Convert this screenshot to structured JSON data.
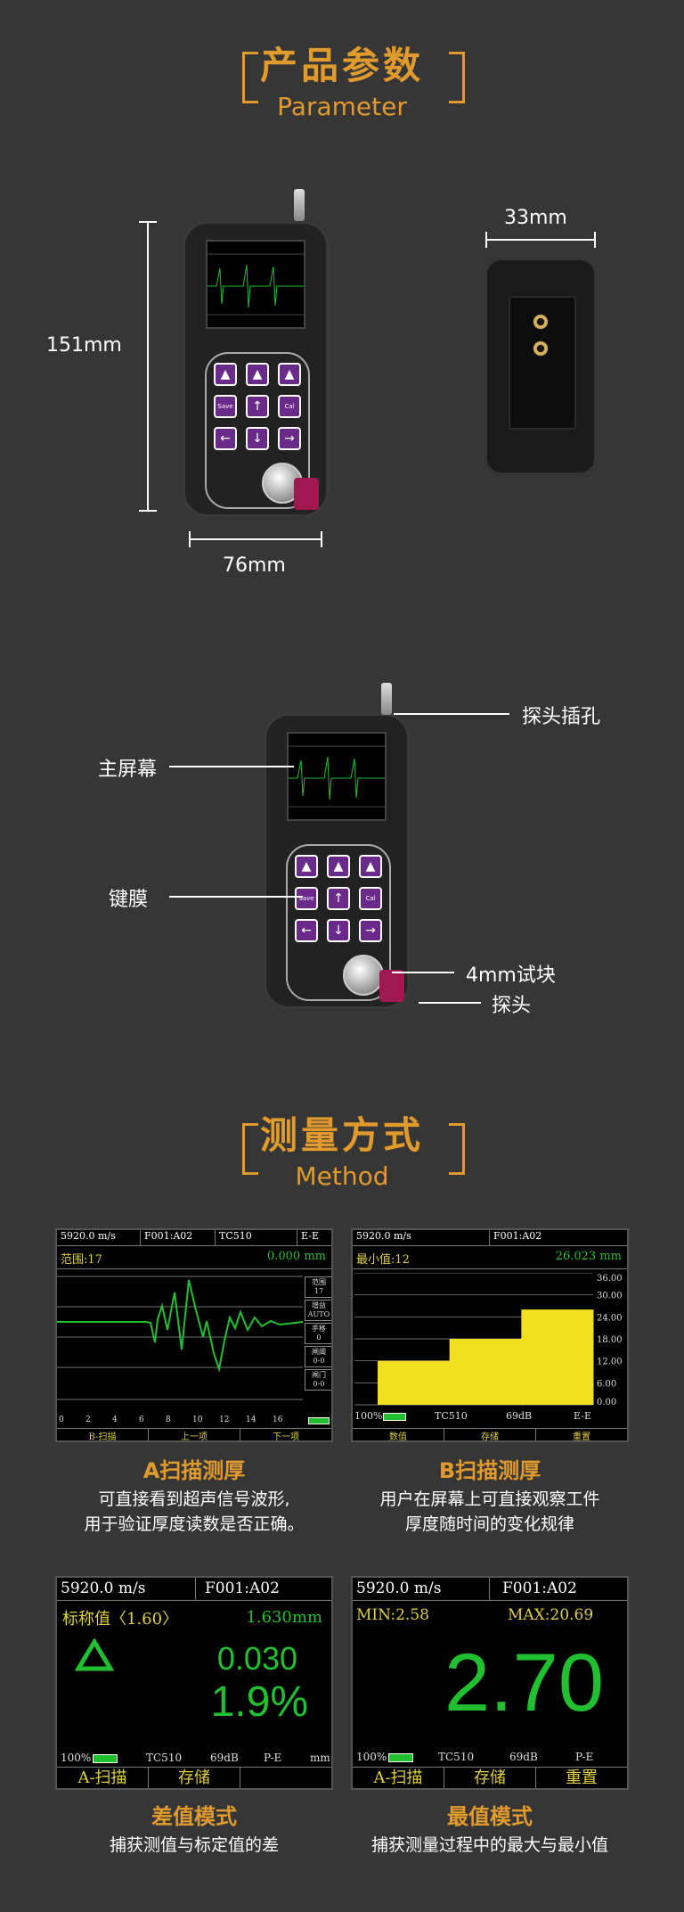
{
  "parameter": {
    "title_cn": "产品参数",
    "title_en": "Parameter"
  },
  "dims": {
    "height": "151mm",
    "width": "76mm",
    "depth": "33mm"
  },
  "callouts": {
    "probe_port": "探头插孔",
    "main_screen": "主屏幕",
    "keypad": "键膜",
    "test_block": "4mm试块",
    "probe": "探头"
  },
  "method": {
    "title_cn": "测量方式",
    "title_en": "Method"
  },
  "device_keys": {
    "save": "Save",
    "cal": "Cal"
  },
  "a_scan": {
    "velocity": "5920.0 m/s",
    "file": "F001:A02",
    "probe": "TC510",
    "mode": "E-E",
    "range": "范围:17",
    "reading": "0.000 mm",
    "side": [
      "范围",
      "17",
      "增益",
      "AUTO",
      "手移",
      "0",
      "闸阈",
      "0-0",
      "闸门",
      "0-0"
    ],
    "ticks": [
      "0",
      "2",
      "4",
      "6",
      "8",
      "10",
      "12",
      "14",
      "16"
    ],
    "menu": [
      "B-扫描",
      "上一项",
      "下一项"
    ],
    "title": "A扫描测厚",
    "desc": [
      "可直接看到超声信号波形,",
      "用于验证厚度读数是否正确。"
    ]
  },
  "b_scan": {
    "velocity": "5920.0 m/s",
    "file": "F001:A02",
    "min": "最小值:12",
    "reading": "26.023 mm",
    "yticks": [
      "36.00",
      "30.00",
      "24.00",
      "18.00",
      "12.00",
      "6.00",
      "0.00"
    ],
    "status": [
      "100%",
      "TC510",
      "69dB",
      "E-E"
    ],
    "menu": [
      "数值",
      "存储",
      "重置"
    ],
    "title": "B扫描测厚",
    "desc": [
      "用户在屏幕上可直接观察工件",
      "厚度随时间的变化规律"
    ],
    "chart_data": {
      "type": "bar",
      "values": [
        12,
        18,
        26
      ],
      "ylim": [
        0,
        36
      ]
    }
  },
  "diff": {
    "velocity": "5920.0 m/s",
    "file": "F001:A02",
    "nominal": "标称值〈1.60〉",
    "nominal_reading": "1.630mm",
    "delta": "0.030",
    "percent": "1.9%",
    "status": [
      "100%",
      "TC510",
      "69dB",
      "P-E",
      "mm"
    ],
    "menu": [
      "A-扫描",
      "存储",
      ""
    ],
    "title": "差值模式",
    "desc": [
      "捕获测值与标定值的差"
    ]
  },
  "minmax": {
    "velocity": "5920.0 m/s",
    "file": "F001:A02",
    "min": "MIN:2.58",
    "max": "MAX:20.69",
    "value": "2.70",
    "status": [
      "100%",
      "TC510",
      "69dB",
      "P-E"
    ],
    "menu": [
      "A-扫描",
      "存储",
      "重置"
    ],
    "title": "最值模式",
    "desc": [
      "捕获测量过程中的最大与最小值"
    ]
  },
  "colors": {
    "accent": "#e09a2d",
    "lcd_green": "#20c030",
    "lcd_yellow": "#f0e020"
  }
}
